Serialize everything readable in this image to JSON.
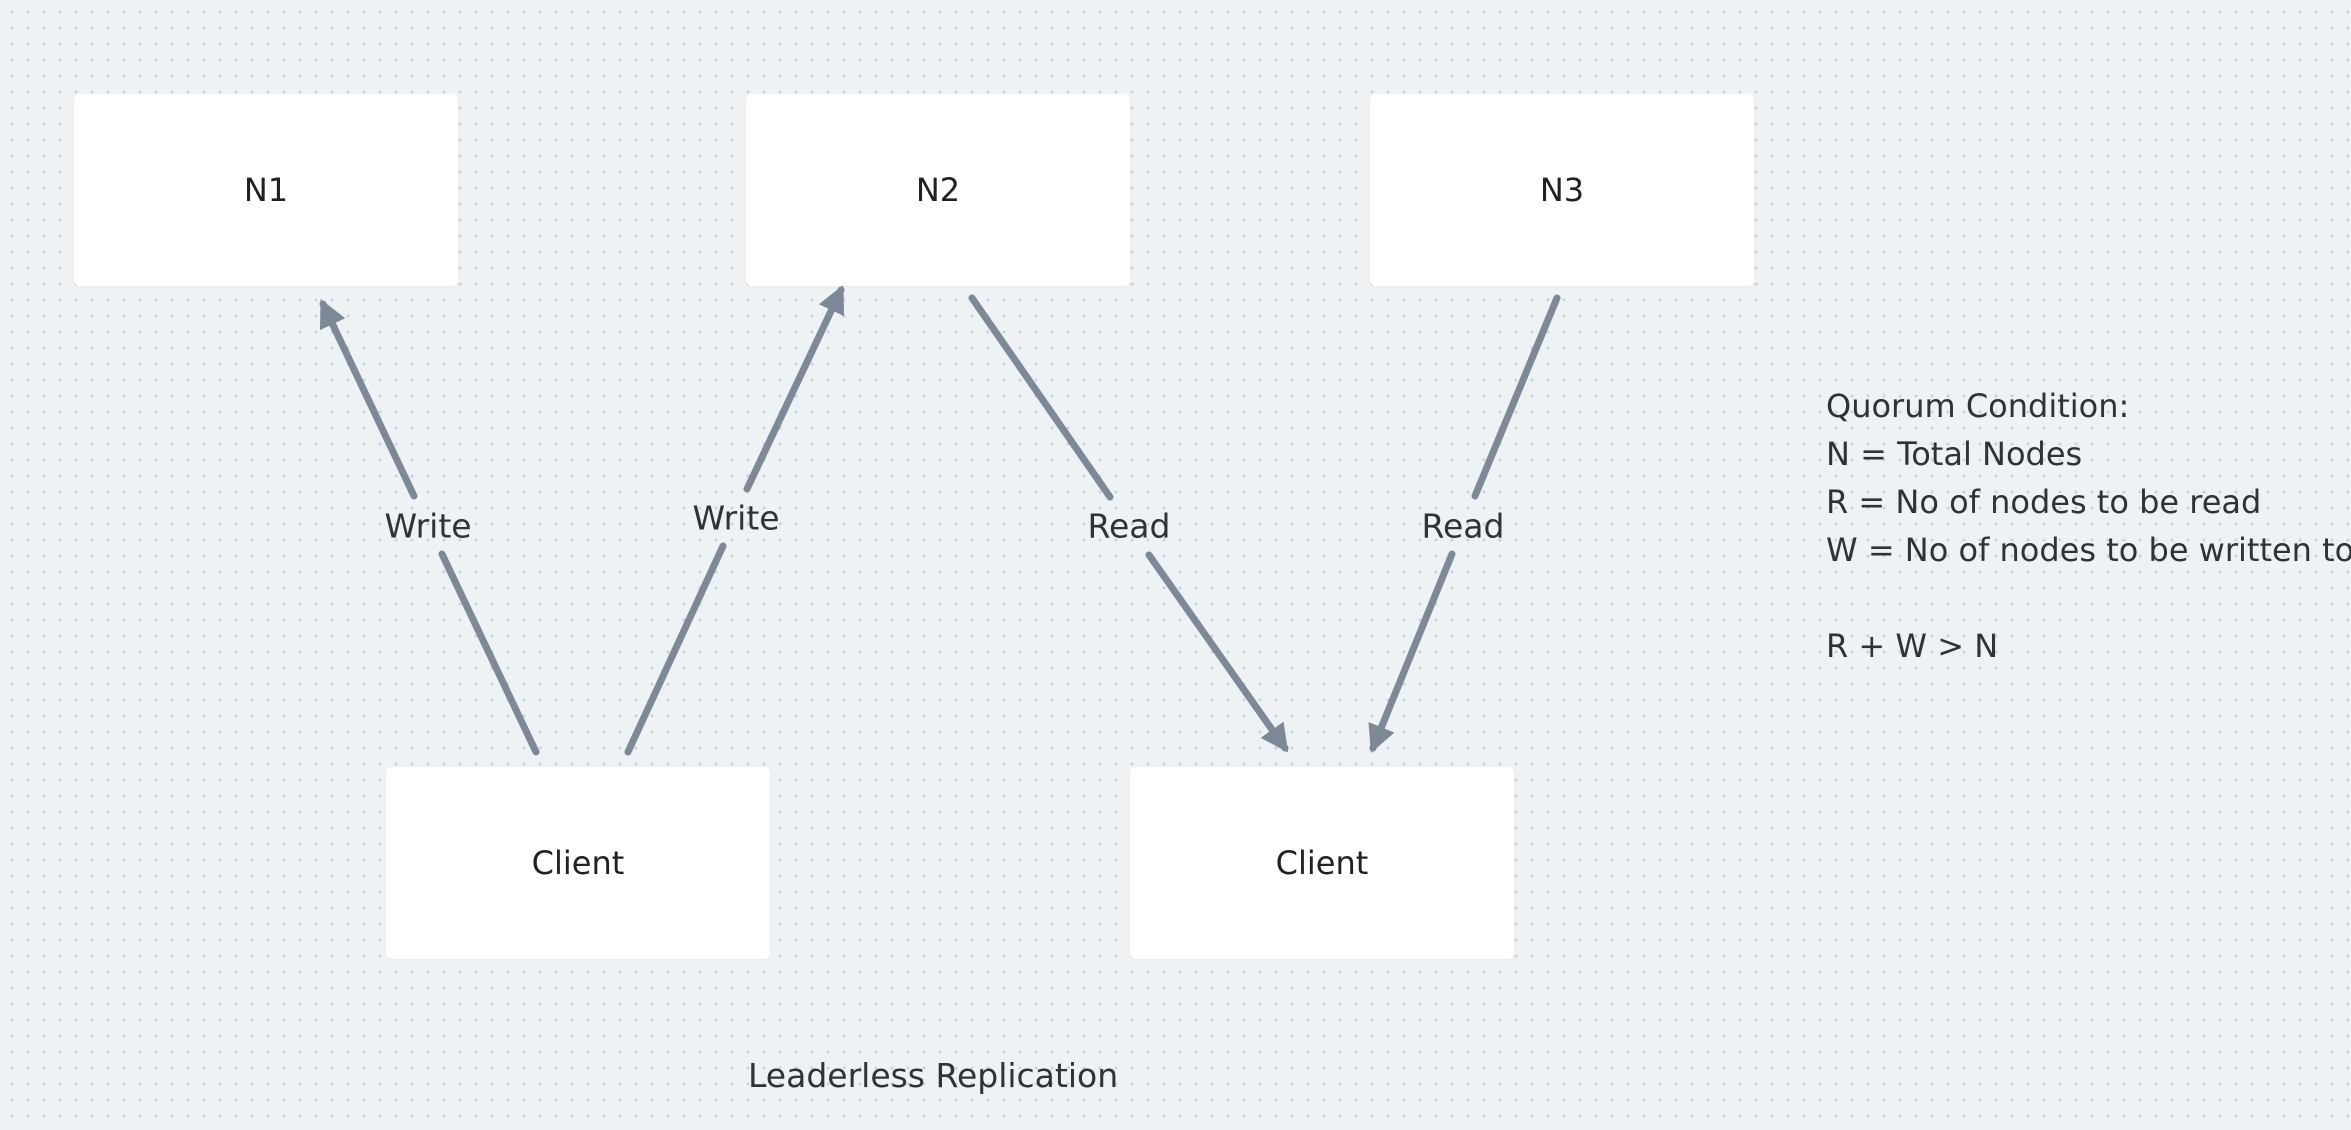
{
  "diagram": {
    "nodes": {
      "n1": {
        "label": "N1"
      },
      "n2": {
        "label": "N2"
      },
      "n3": {
        "label": "N3"
      },
      "client_write": {
        "label": "Client"
      },
      "client_read": {
        "label": "Client"
      }
    },
    "edges": [
      {
        "from": "client_write",
        "to": "n1",
        "label": "Write"
      },
      {
        "from": "client_write",
        "to": "n2",
        "label": "Write"
      },
      {
        "from": "n2",
        "to": "client_read",
        "label": "Read"
      },
      {
        "from": "n3",
        "to": "client_read",
        "label": "Read"
      }
    ],
    "note": {
      "lines": [
        "Quorum Condition:",
        "N = Total Nodes",
        "R = No of nodes to be read",
        "W = No of nodes to be written to",
        "",
        "R + W > N"
      ]
    },
    "caption": "Leaderless Replication"
  },
  "colors": {
    "background": "#eef2f5",
    "node_fill": "#ffffff",
    "edge": "#7e8896",
    "text": "#2e3338"
  }
}
